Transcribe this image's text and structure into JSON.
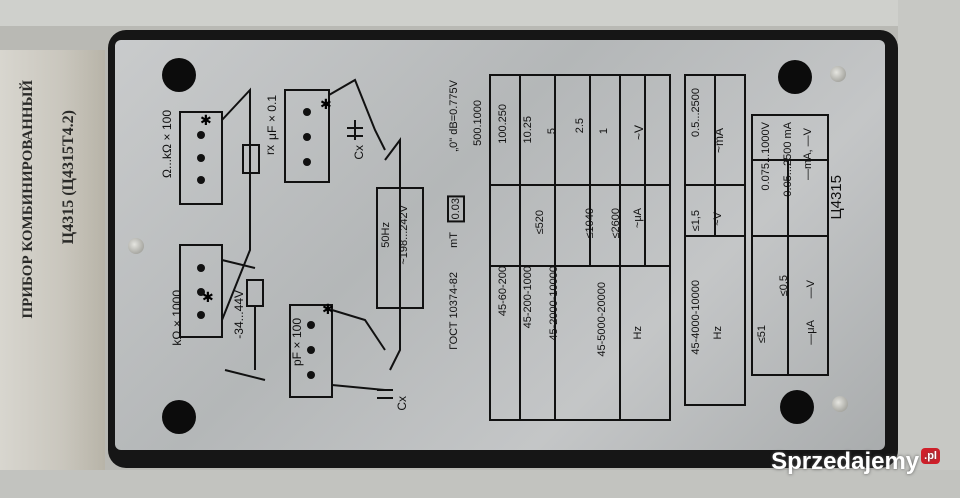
{
  "paper": {
    "line1": "ПРИБОР КОМБИНИРОВАННЫЙ",
    "line2": "Ц4315 (Ц4315Т4.2)"
  },
  "model": "Ц4315",
  "table_right": {
    "header_range": "—mA, —V",
    "rows": [
      "0.05...2500 mA",
      "0.075...1000V"
    ],
    "header_v": "—V",
    "header_ua": "—μA",
    "val_05": "≤0,5",
    "val_51": "≤51"
  },
  "table_ac_ma": {
    "header": "~mA",
    "range": "0.5...2500",
    "header_v": "~V",
    "err": "≤1,5",
    "hz_label": "Hz",
    "freq": "45-4000-10000"
  },
  "table_ac_v": {
    "header_v": "~V",
    "rows": [
      "1",
      "2.5",
      "5",
      "10.25",
      "100.250",
      "500.1000"
    ],
    "header_ua": "~μA",
    "ua_rows": [
      "≤2600",
      "≤1040",
      "≤520"
    ],
    "hz_label": "Hz",
    "freqs": [
      "45-5000-20000",
      "45-2000-10000",
      "45-200-1000",
      "45-60-200"
    ]
  },
  "db_label": "„0\" dB=0.775V",
  "boxed_val": "0.03",
  "mt_label": "mT",
  "gost": "ГОСТ 10374-82",
  "supply": {
    "range": "~198...242V",
    "freq": "50Hz"
  },
  "labels": {
    "ohm_ko": "Ω...kΩ×100",
    "ohm_rx": "rx",
    "uf": "μF×0.1",
    "cx_top": "Cx",
    "ko1000": "kΩ×1000",
    "volt_range": "-34...44V",
    "pf": "pF×100",
    "cx_bottom": "Cx",
    "star": "✱"
  },
  "watermark": {
    "text": "Sprzedajemy",
    "badge": ".pl"
  }
}
